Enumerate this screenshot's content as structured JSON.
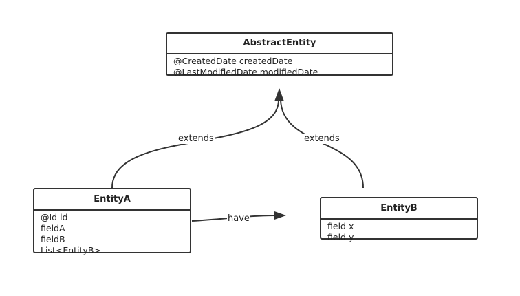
{
  "diagram": {
    "classes": {
      "abstract_entity": {
        "name": "AbstractEntity",
        "attributes": [
          "@CreatedDate createdDate",
          "@LastModifiedDate modifiedDate"
        ]
      },
      "entity_a": {
        "name": "EntityA",
        "attributes": [
          "@Id id",
          "fieldA",
          "fieldB",
          "List<EntityB>"
        ]
      },
      "entity_b": {
        "name": "EntityB",
        "attributes": [
          "field  x",
          "field  y"
        ]
      }
    },
    "edges": {
      "a_extends": {
        "label": "extends",
        "from": "EntityA",
        "to": "AbstractEntity"
      },
      "b_extends": {
        "label": "extends",
        "from": "EntityB",
        "to": "AbstractEntity"
      },
      "a_has_b": {
        "label": "have",
        "from": "EntityA",
        "to": "EntityB"
      }
    },
    "colors": {
      "stroke": "#333333",
      "background": "#ffffff",
      "text": "#222222"
    }
  }
}
